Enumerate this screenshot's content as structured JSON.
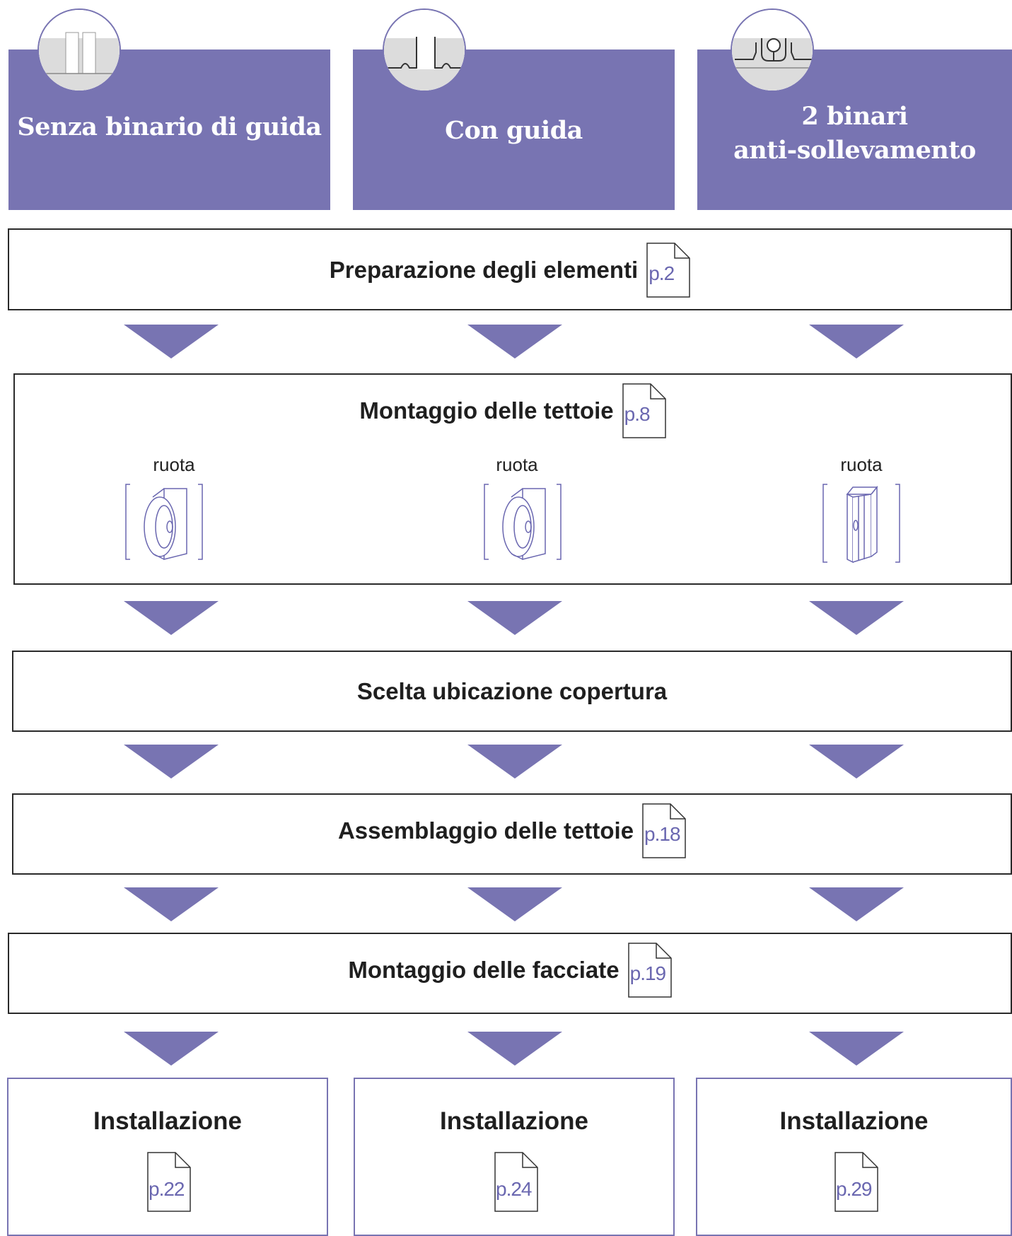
{
  "headers": [
    {
      "title": "Senza binario di guida",
      "icon": "rail-none-icon"
    },
    {
      "title": "Con guida",
      "icon": "rail-guide-icon"
    },
    {
      "title_line1": "2 binari",
      "title_line2": "anti-sollevamento",
      "icon": "rail-anti-lift-icon"
    }
  ],
  "steps": [
    {
      "title": "Preparazione degli elementi",
      "page": "p.2"
    },
    {
      "title": "Montaggio delle tettoie",
      "page": "p.8",
      "wheel_labels": [
        "ruota",
        "ruota",
        "ruota"
      ]
    },
    {
      "title": "Scelta ubicazione copertura"
    },
    {
      "title": "Assemblaggio delle tettoie",
      "page": "p.18"
    },
    {
      "title": "Montaggio delle facciate",
      "page": "p.19"
    }
  ],
  "installation": [
    {
      "title": "Installazione",
      "page": "p.22"
    },
    {
      "title": "Installazione",
      "page": "p.24"
    },
    {
      "title": "Installazione",
      "page": "p.29"
    }
  ],
  "colors": {
    "accent": "#7874b2",
    "border": "#2a2a2a",
    "page_ref": "#6a67b0"
  }
}
